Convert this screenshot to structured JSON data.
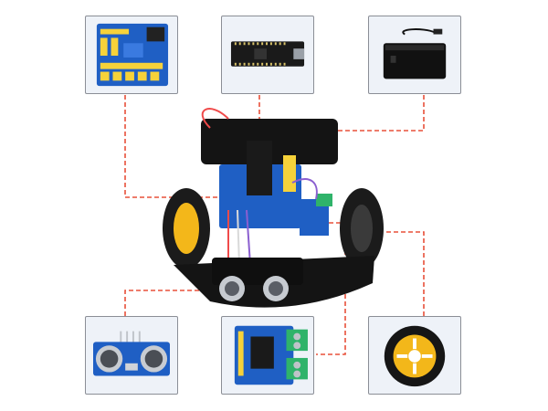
{
  "components": [
    {
      "id": "io-expansion-shield",
      "icon": "expansion-shield-icon"
    },
    {
      "id": "nano-board",
      "icon": "nano-board-icon"
    },
    {
      "id": "battery-box",
      "icon": "battery-box-icon"
    },
    {
      "id": "ultrasonic-sensor",
      "icon": "ultrasonic-sensor-icon"
    },
    {
      "id": "motor-driver",
      "icon": "motor-driver-icon"
    },
    {
      "id": "wheel",
      "icon": "wheel-icon"
    }
  ],
  "colors": {
    "connector": "#e8503a",
    "panel_bg": "#eef2f8",
    "panel_border": "#8b8e96",
    "pcb_blue": "#1f5fc4",
    "pcb_yellow": "#f6d23a",
    "chassis": "#151515",
    "wheel_hub": "#f3b71a"
  }
}
